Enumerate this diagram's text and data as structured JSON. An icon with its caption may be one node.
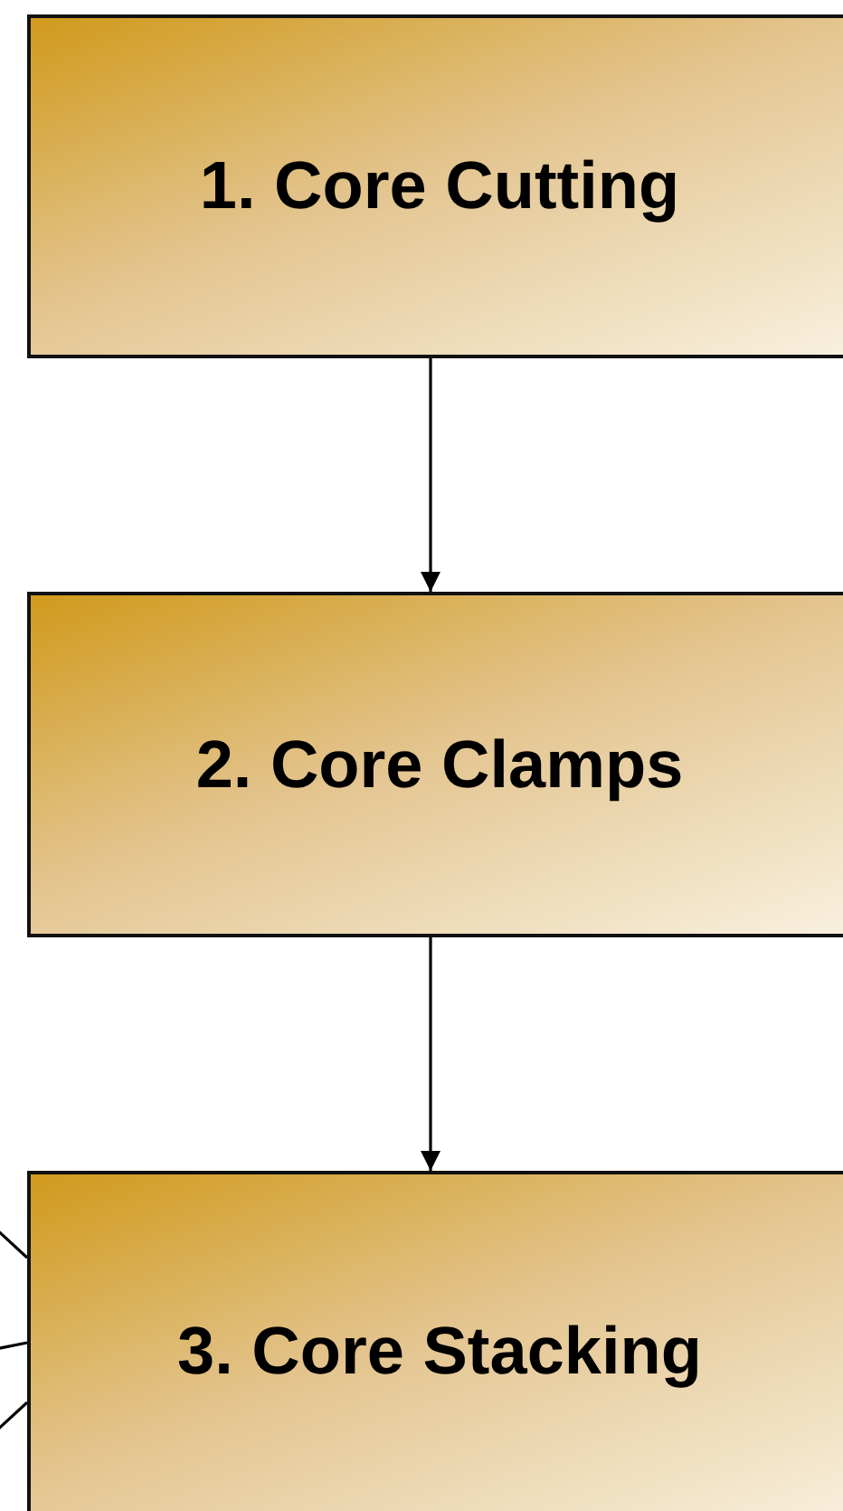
{
  "diagram": {
    "nodes": [
      {
        "text": [
          "1. Core Cutting"
        ]
      },
      {
        "text": [
          "2. Core Clamps"
        ]
      },
      {
        "text": [
          "3. Core Stacking"
        ]
      }
    ],
    "edges": [
      {
        "from": 0,
        "to": 1,
        "arrow": "to"
      },
      {
        "from": 1,
        "to": 2,
        "arrow": "to"
      },
      {
        "from": null,
        "to": 2,
        "arrow": "none"
      },
      {
        "from": null,
        "to": 2,
        "arrow": "none"
      },
      {
        "from": null,
        "to": 2,
        "arrow": "none"
      }
    ]
  }
}
